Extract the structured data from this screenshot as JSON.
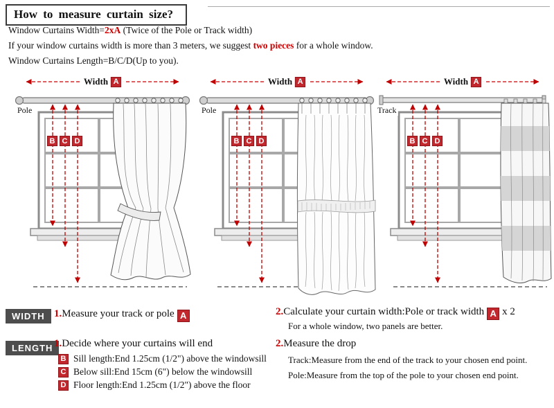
{
  "title": "How to measure  curtain  size?",
  "intro": {
    "line1_prefix": "Window Curtains Width=",
    "line1_highlight": "2xA",
    "line1_suffix": " (Twice of the Pole or Track width)",
    "line2_prefix": "If your window curtains width is more than 3 meters, we suggest ",
    "line2_highlight": "two pieces",
    "line2_suffix": " for a whole window.",
    "line3": "Window Curtains Length=B/C/D(Up to you)."
  },
  "diagrams": [
    {
      "width_label": "Width",
      "width_badge": "A",
      "support_label": "Pole",
      "badges": [
        "B",
        "C",
        "D"
      ]
    },
    {
      "width_label": "Width",
      "width_badge": "A",
      "support_label": "Pole",
      "badges": [
        "B",
        "C",
        "D"
      ]
    },
    {
      "width_label": "Width",
      "width_badge": "A",
      "support_label": "Track",
      "badges": [
        "B",
        "C",
        "D"
      ]
    }
  ],
  "width_section": {
    "label": "WIDTH",
    "step1_num": "1.",
    "step1_text": "Measure your track or pole",
    "step1_badge": "A",
    "step2_num": "2.",
    "step2_text": "Calculate your curtain width:Pole or track width",
    "step2_badge": "A",
    "step2_suffix": "x 2",
    "step2_note": "For a whole window, two panels are better."
  },
  "length_section": {
    "label": "LENGTH",
    "step1_num": "1.",
    "step1_text": "Decide where your curtains will end",
    "items": [
      {
        "badge": "B",
        "text": "Sill length:End 1.25cm (1/2\") above the windowsill"
      },
      {
        "badge": "C",
        "text": "Below sill:End 15cm (6\") below the windowsill"
      },
      {
        "badge": "D",
        "text": "Floor length:End 1.25cm (1/2\") above the floor"
      }
    ],
    "step2_num": "2.",
    "step2_text": "Measure the drop",
    "notes": [
      "Track:Measure from the end of the track to your chosen end point.",
      "Pole:Measure from the top of the pole to your chosen end point."
    ]
  },
  "colors": {
    "accent": "#cc0000",
    "badge_bg": "#c1272d",
    "label_bg": "#4d4d4d"
  }
}
